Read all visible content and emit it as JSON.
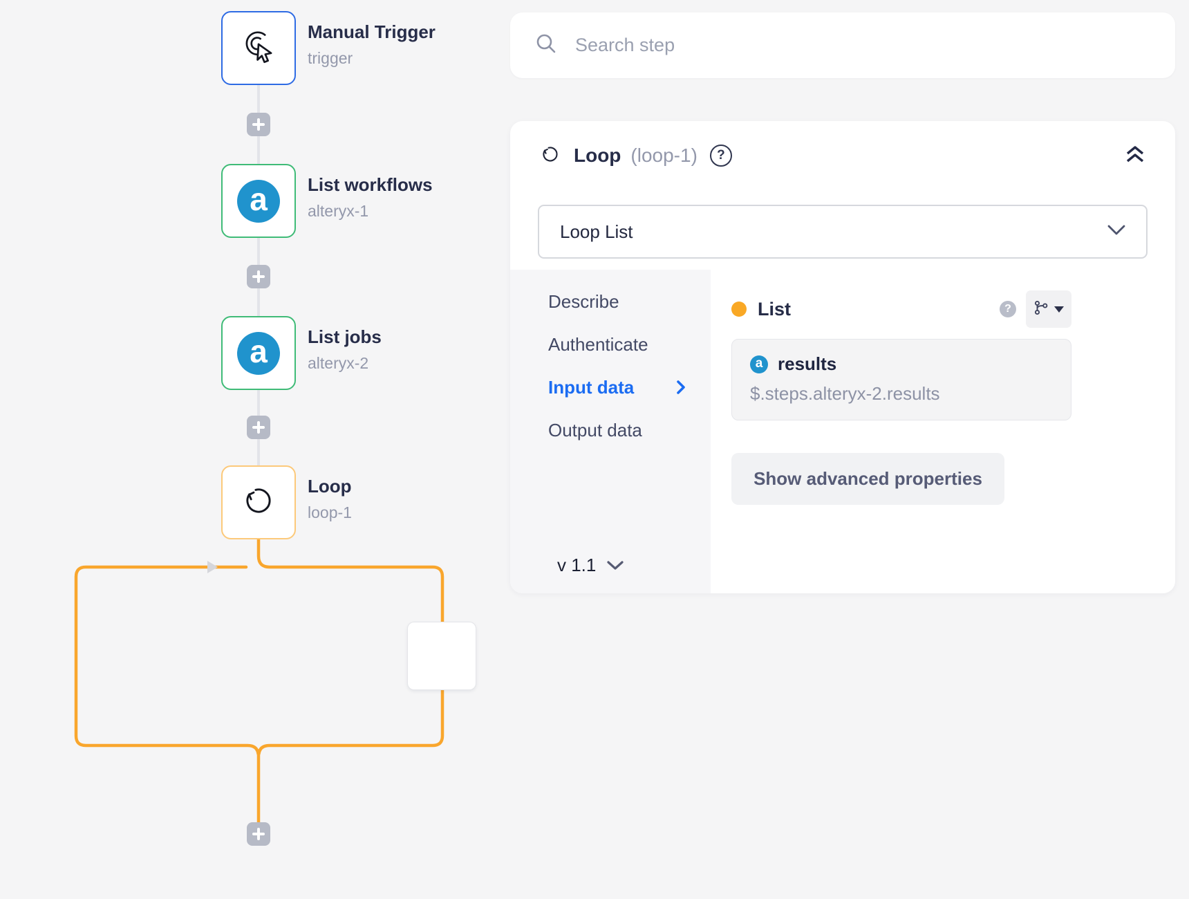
{
  "canvas": {
    "nodes": [
      {
        "title": "Manual Trigger",
        "subtitle": "trigger",
        "icon": "manual-trigger-icon",
        "border_color": "#2e6be4"
      },
      {
        "title": "List workflows",
        "subtitle": "alteryx-1",
        "icon": "alteryx-icon",
        "border_color": "#3fbb77"
      },
      {
        "title": "List jobs",
        "subtitle": "alteryx-2",
        "icon": "alteryx-icon",
        "border_color": "#3fbb77"
      },
      {
        "title": "Loop",
        "subtitle": "loop-1",
        "icon": "loop-icon",
        "border_color": "#fcc97a"
      }
    ],
    "alteryx_glyph": "a",
    "loop_path_color": "#f9a62d",
    "connector_color": "#e3e4e9"
  },
  "search": {
    "placeholder": "Search step",
    "icon": "search-icon"
  },
  "panel": {
    "header": {
      "icon": "loop-icon",
      "title": "Loop",
      "step_id": "(loop-1)",
      "help_glyph": "?",
      "collapse_icon": "chevrons-up-icon"
    },
    "operation_dropdown": {
      "value": "Loop List",
      "icon": "chevron-down-icon"
    },
    "tabs": [
      {
        "label": "Describe",
        "active": false
      },
      {
        "label": "Authenticate",
        "active": false
      },
      {
        "label": "Input data",
        "active": true
      },
      {
        "label": "Output data",
        "active": false
      }
    ],
    "active_tab_color": "#1b6cf2",
    "version": {
      "label": "v 1.1",
      "icon": "chevron-down-icon"
    },
    "input_section": {
      "field_label": "List",
      "required_dot_color": "#f9a825",
      "help_glyph": "?",
      "mapped_value": {
        "icon": "alteryx-icon",
        "name": "results",
        "path": "$.steps.alteryx-2.results"
      },
      "advanced_button_label": "Show advanced properties"
    }
  }
}
